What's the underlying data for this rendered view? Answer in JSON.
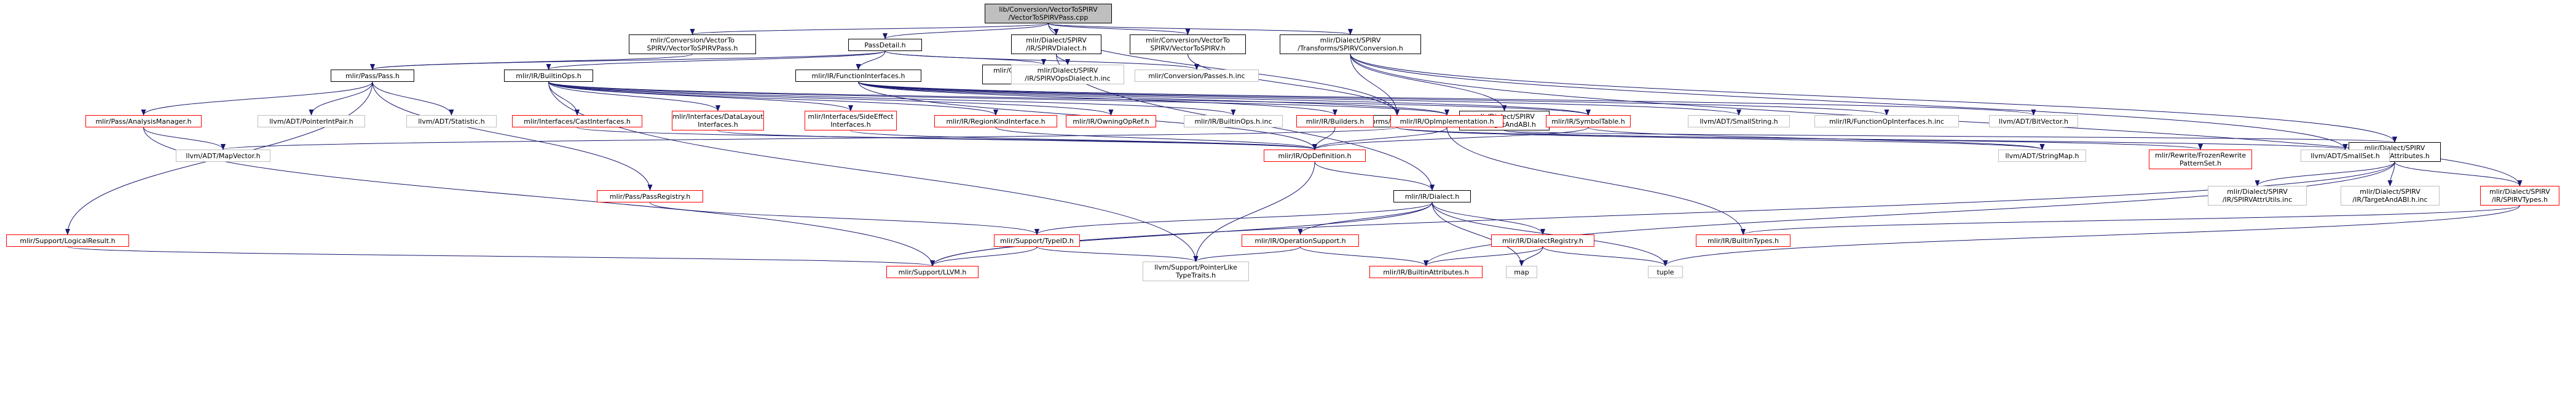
{
  "colors": {
    "edge": "#191970",
    "root_fill": "#bfbfbf",
    "border_linked": "#000000",
    "border_missing": "#ff0000",
    "border_external": "#bfbfbf"
  },
  "nodes": {
    "root": {
      "lines": [
        "lib/Conversion/VectorToSPIRV",
        "/VectorToSPIRVPass.cpp"
      ]
    },
    "conv_vtos_pass_h": {
      "lines": [
        "mlir/Conversion/VectorTo",
        "SPIRV/VectorToSPIRVPass.h"
      ]
    },
    "pass_detail_h": {
      "lines": [
        "PassDetail.h"
      ]
    },
    "spirv_dialect_h": {
      "lines": [
        "mlir/Dialect/SPIRV",
        "/IR/SPIRVDialect.h"
      ]
    },
    "conv_vtos_h": {
      "lines": [
        "mlir/Conversion/VectorTo",
        "SPIRV/VectorToSPIRV.h"
      ]
    },
    "spirv_conversion_h": {
      "lines": [
        "mlir/Dialect/SPIRV",
        "/Transforms/SPIRVConversion.h"
      ]
    },
    "pass_h": {
      "lines": [
        "mlir/Pass/Pass.h"
      ]
    },
    "builtin_ops_h": {
      "lines": [
        "mlir/IR/BuiltinOps.h"
      ]
    },
    "function_interfaces_h": {
      "lines": [
        "mlir/IR/FunctionInterfaces.h"
      ]
    },
    "gpu_runtimes_h": {
      "lines": [
        "mlir/Conversion/GPUToROCDL",
        "/Runtimes.h"
      ]
    },
    "conv_passes_inc": {
      "lines": [
        "mlir/Conversion/Passes.h.inc"
      ]
    },
    "spirv_ops_dialect_inc": {
      "lines": [
        "mlir/Dialect/SPIRV",
        "/IR/SPIRVOpsDialect.h.inc"
      ]
    },
    "dialect_conversion_h": {
      "lines": [
        "mlir/Transforms/DialectConversion.h"
      ]
    },
    "target_and_abi_h": {
      "lines": [
        "mlir/Dialect/SPIRV",
        "/IR/TargetAndABI.h"
      ]
    },
    "pass_analysis_manager_h": {
      "lines": [
        "mlir/Pass/AnalysisManager.h"
      ]
    },
    "pointer_int_pair_h": {
      "lines": [
        "llvm/ADT/PointerIntPair.h"
      ]
    },
    "statistic_h": {
      "lines": [
        "llvm/ADT/Statistic.h"
      ]
    },
    "cast_interfaces_h": {
      "lines": [
        "mlir/Interfaces/CastInterfaces.h"
      ]
    },
    "data_layout_interfaces_h": {
      "lines": [
        "mlir/Interfaces/DataLayout",
        "Interfaces.h"
      ]
    },
    "side_effect_interfaces_h": {
      "lines": [
        "mlir/Interfaces/SideEffect",
        "Interfaces.h"
      ]
    },
    "region_kind_interface_h": {
      "lines": [
        "mlir/IR/RegionKindInterface.h"
      ]
    },
    "owning_op_ref_h": {
      "lines": [
        "mlir/IR/OwningOpRef.h"
      ]
    },
    "builtin_ops_inc": {
      "lines": [
        "mlir/IR/BuiltinOps.h.inc"
      ]
    },
    "builders_h": {
      "lines": [
        "mlir/IR/Builders.h"
      ]
    },
    "op_implementation_h": {
      "lines": [
        "mlir/IR/OpImplementation.h"
      ]
    },
    "symbol_table_h": {
      "lines": [
        "mlir/IR/SymbolTable.h"
      ]
    },
    "small_string_h": {
      "lines": [
        "llvm/ADT/SmallString.h"
      ]
    },
    "function_op_interfaces_inc": {
      "lines": [
        "mlir/IR/FunctionOpInterfaces.h.inc"
      ]
    },
    "bit_vector_h": {
      "lines": [
        "llvm/ADT/BitVector.h"
      ]
    },
    "spirv_attributes_h": {
      "lines": [
        "mlir/Dialect/SPIRV",
        "/IR/SPIRVAttributes.h"
      ]
    },
    "small_set_h": {
      "lines": [
        "llvm/ADT/SmallSet.h"
      ]
    },
    "map_vector_h": {
      "lines": [
        "llvm/ADT/MapVector.h"
      ]
    },
    "op_definition_h": {
      "lines": [
        "mlir/IR/OpDefinition.h"
      ]
    },
    "string_map_h": {
      "lines": [
        "llvm/ADT/StringMap.h"
      ]
    },
    "frozen_rewrite_pattern_set_h": {
      "lines": [
        "mlir/Rewrite/FrozenRewrite",
        "PatternSet.h"
      ]
    },
    "spirv_attr_utils_inc": {
      "lines": [
        "mlir/Dialect/SPIRV",
        "/IR/SPIRVAttrUtils.inc"
      ]
    },
    "target_and_abi_inc": {
      "lines": [
        "mlir/Dialect/SPIRV",
        "/IR/TargetAndABI.h.inc"
      ]
    },
    "spirv_types_h": {
      "lines": [
        "mlir/Dialect/SPIRV",
        "/IR/SPIRVTypes.h"
      ]
    },
    "pass_registry_h": {
      "lines": [
        "mlir/Pass/PassRegistry.h"
      ]
    },
    "dialect_h": {
      "lines": [
        "mlir/IR/Dialect.h"
      ]
    },
    "logical_result_h": {
      "lines": [
        "mlir/Support/LogicalResult.h"
      ]
    },
    "type_id_h": {
      "lines": [
        "mlir/Support/TypeID.h"
      ]
    },
    "operation_support_h": {
      "lines": [
        "mlir/IR/OperationSupport.h"
      ]
    },
    "dialect_registry_h": {
      "lines": [
        "mlir/IR/DialectRegistry.h"
      ]
    },
    "builtin_types_h": {
      "lines": [
        "mlir/IR/BuiltinTypes.h"
      ]
    },
    "support_llvm_h": {
      "lines": [
        "mlir/Support/LLVM.h"
      ]
    },
    "pointer_like_type_traits_h": {
      "lines": [
        "llvm/Support/PointerLike",
        "TypeTraits.h"
      ]
    },
    "builtin_attributes_h": {
      "lines": [
        "mlir/IR/BuiltinAttributes.h"
      ]
    },
    "map": {
      "lines": [
        "map"
      ]
    },
    "tuple": {
      "lines": [
        "tuple"
      ]
    }
  }
}
